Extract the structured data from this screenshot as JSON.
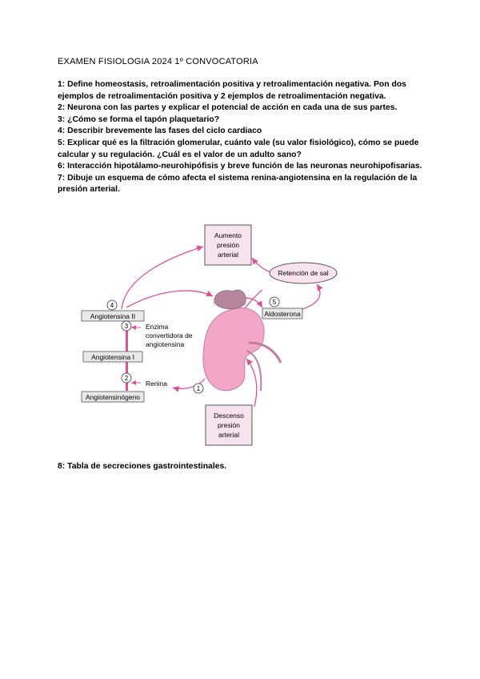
{
  "exam": {
    "title": "EXAMEN FISIOLOGIA 2024 1º CONVOCATORIA",
    "questions": [
      "1: Define homeostasis, retroalimentación positiva y retroalimentación negativa. Pon dos ejemplos de  retroalimentación positiva y 2 ejemplos de retroalimentación negativa.",
      "2: Neurona con las partes y explicar el potencial de acción en cada una de sus partes.",
      "3: ¿Cómo se forma el  tapón plaquetario?",
      "4: Describir brevemente las fases del ciclo cardiaco",
      "5: Explicar qué es la filtración glomerular, cuánto vale (su valor fisiológico), cómo se puede calcular y su regulación. ¿Cuál es el valor de un adulto sano?",
      "6: Interacción hipotálamo-neurohipófisis y breve función de las neuronas neurohipofisarias.",
      "7: Dibuje un esquema de cómo afecta el sistema renina-angiotensina en la regulación de la presión arterial."
    ],
    "question8": "8: Tabla de secreciones gastrointestinales."
  },
  "diagram": {
    "box_aumento": [
      "Aumento",
      "presión",
      "arterial"
    ],
    "box_descenso": [
      "Descenso",
      "presión",
      "arterial"
    ],
    "retencion": "Retención de sal",
    "aldosterona": "Aldosterona",
    "angiotensina_ii": "Angiotensina II",
    "angiotensina_i": "Angiotensina I",
    "angiotensinogeno": "Angiotensinógeno",
    "enzima": [
      "Enzima",
      "convertidora de",
      "angiotensina"
    ],
    "renina": "Renina",
    "step_numbers": [
      "1",
      "2",
      "3",
      "4",
      "5"
    ],
    "colors": {
      "arrow": "#e0509a",
      "kidney": "#f2a6c8",
      "adrenal": "#b5869e",
      "box_fill": "#f7e3ee"
    }
  }
}
